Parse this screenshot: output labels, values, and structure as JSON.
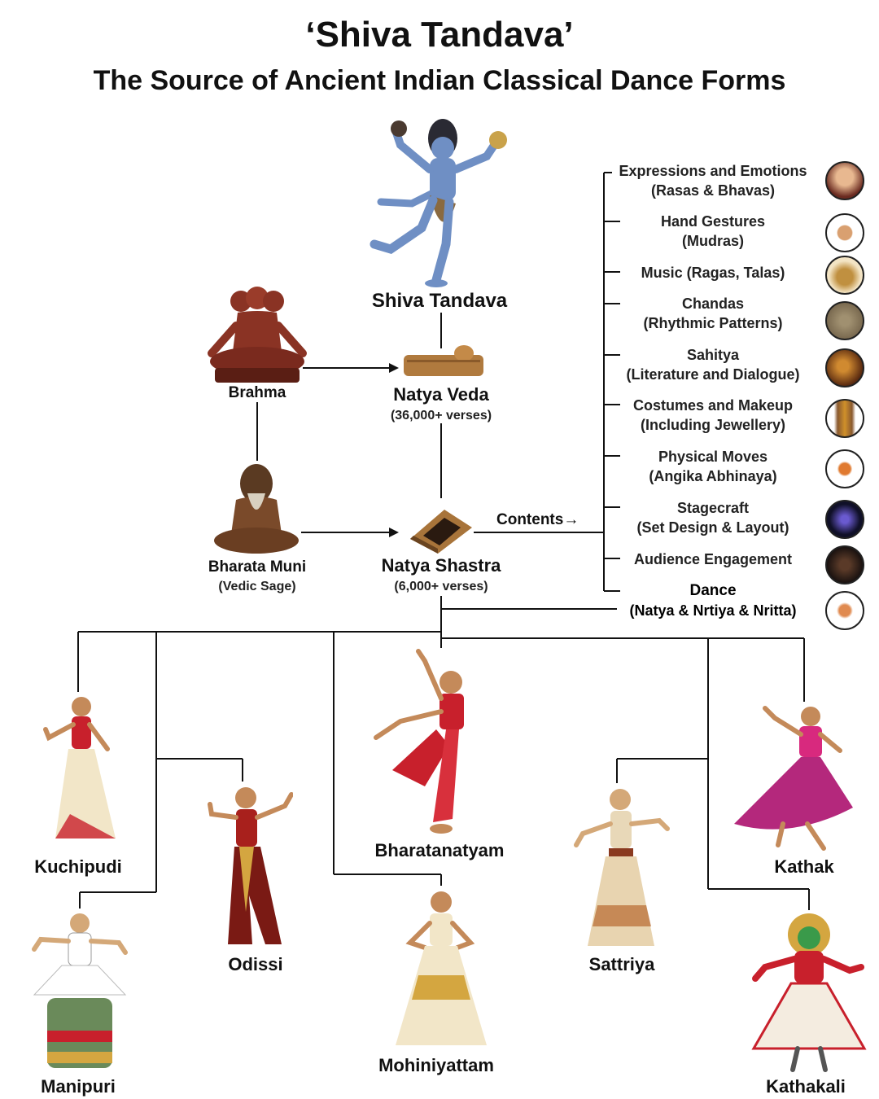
{
  "title": "‘Shiva Tandava’",
  "subtitle": "The Source of Ancient Indian Classical Dance Forms",
  "nodes": {
    "shiva": {
      "label": "Shiva Tandava"
    },
    "brahma": {
      "label": "Brahma"
    },
    "natya_veda": {
      "label": "Natya Veda",
      "sub": "(36,000+ verses)"
    },
    "bharata_muni": {
      "label": "Bharata Muni",
      "sub": "(Vedic Sage)"
    },
    "natya_shastra": {
      "label": "Natya Shastra",
      "sub": "(6,000+ verses)"
    },
    "contents_label": "Contents"
  },
  "contents": [
    {
      "line1": "Expressions and Emotions",
      "line2": "(Rasas & Bhavas)"
    },
    {
      "line1": "Hand Gestures",
      "line2": "(Mudras)"
    },
    {
      "line1": "Music (Ragas, Talas)",
      "line2": ""
    },
    {
      "line1": "Chandas",
      "line2": "(Rhythmic Patterns)"
    },
    {
      "line1": "Sahitya",
      "line2": "(Literature and Dialogue)"
    },
    {
      "line1": "Costumes and Makeup",
      "line2": "(Including Jewellery)"
    },
    {
      "line1": "Physical Moves",
      "line2": "(Angika Abhinaya)"
    },
    {
      "line1": "Stagecraft",
      "line2": "(Set Design & Layout)"
    },
    {
      "line1": "Audience Engagement",
      "line2": ""
    },
    {
      "line1": "Dance",
      "line2": "(Natya & Nrtiya & Nritta)"
    }
  ],
  "dances": {
    "kuchipudi": "Kuchipudi",
    "odissi": "Odissi",
    "bharatanatyam": "Bharatanatyam",
    "sattriya": "Sattriya",
    "kathak": "Kathak",
    "manipuri": "Manipuri",
    "mohiniyattam": "Mohiniyattam",
    "kathakali": "Kathakali"
  },
  "colors": {
    "line": "#111111",
    "shiva_skin": "#6f8fc4",
    "brahma": "#8a3324",
    "sage": "#7a4a2a",
    "scroll": "#b07a3e",
    "pink": "#d8297e",
    "red": "#c8202c",
    "gold": "#d4a640"
  }
}
